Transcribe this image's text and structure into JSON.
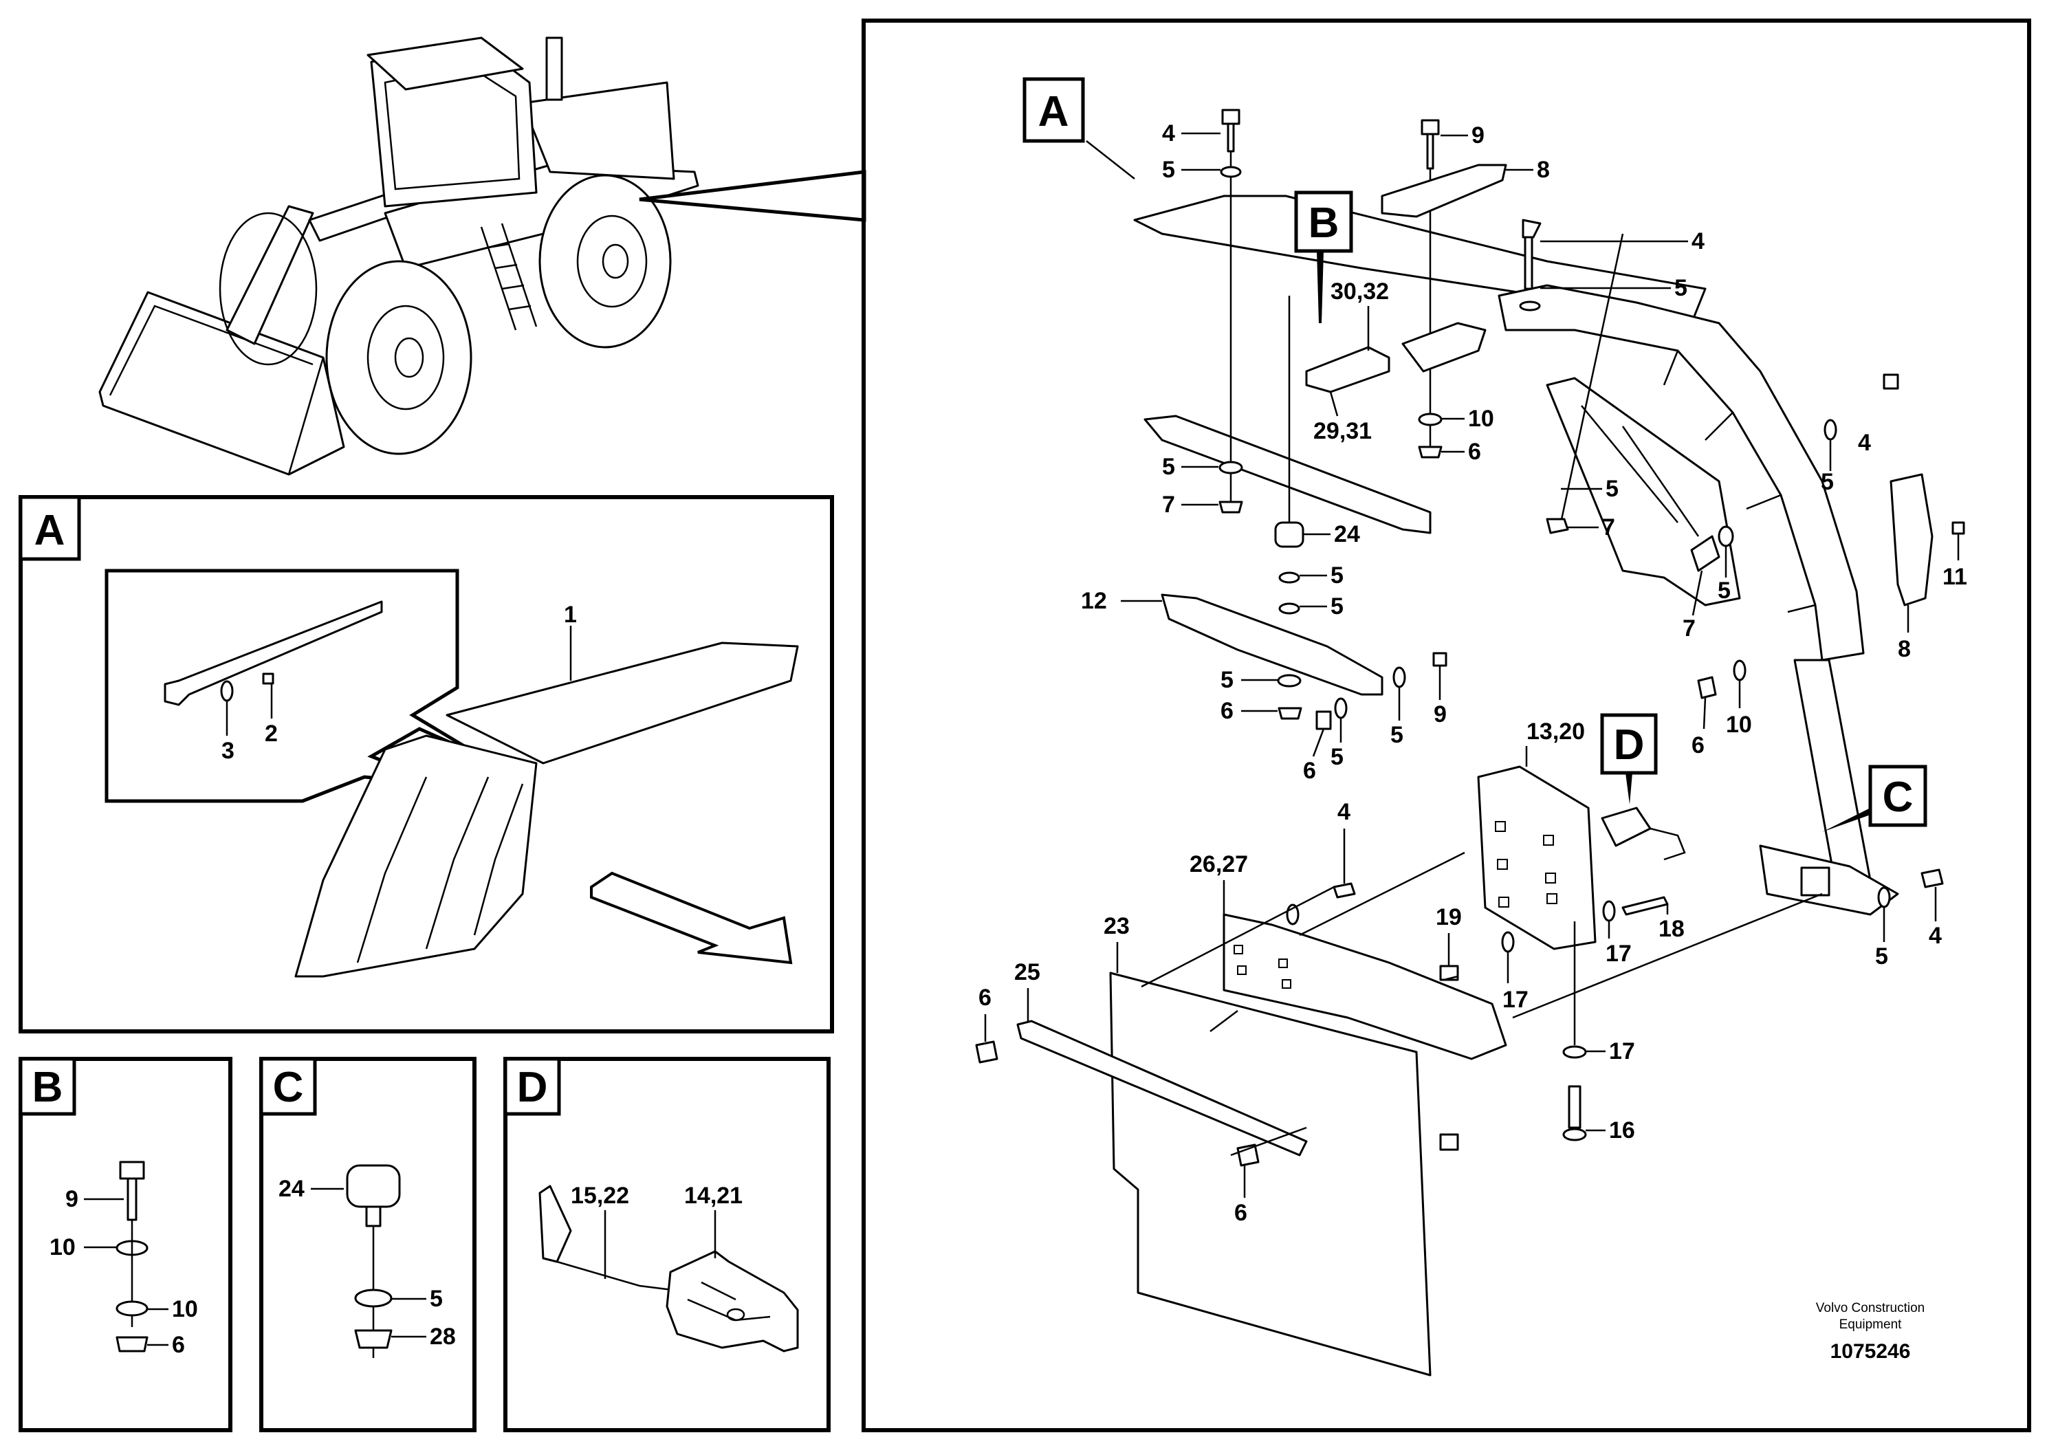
{
  "sections": {
    "main": "A",
    "a": "A",
    "b": "B",
    "c": "C",
    "d": "D",
    "callout_b": "B",
    "callout_c": "C",
    "callout_d": "D"
  },
  "labels_main": {
    "l4a": "4",
    "l5a": "5",
    "l9a": "9",
    "l8a": "8",
    "l4b": "4",
    "l5b": "5",
    "l3032": "30,32",
    "l2931": "29,31",
    "l10a": "10",
    "l6a": "6",
    "l4c": "4",
    "l5c": "5",
    "l5d": "5",
    "l7a": "7",
    "l7b": "7",
    "l5e": "5",
    "l11": "11",
    "l8b": "8",
    "l6b": "6",
    "l10b": "10",
    "l5f": "5",
    "l7c": "7",
    "l24": "24",
    "l5g": "5",
    "l5h": "5",
    "l12": "12",
    "l5i": "5",
    "l6c": "6",
    "l6d": "6",
    "l5j": "5",
    "l5k": "5",
    "l9b": "9",
    "l1320": "13,20",
    "l4d": "4",
    "l2627": "26,27",
    "l23": "23",
    "l25": "25",
    "l6e": "6",
    "l19": "19",
    "l17a": "17",
    "l17b": "17",
    "l18": "18",
    "l17c": "17",
    "l16": "16",
    "l6f": "6",
    "l5l": "5",
    "l4e": "4"
  },
  "labels_a": {
    "l1": "1",
    "l2": "2",
    "l3": "3"
  },
  "labels_b": {
    "l9": "9",
    "l10a": "10",
    "l10b": "10",
    "l6": "6"
  },
  "labels_c": {
    "l24": "24",
    "l5": "5",
    "l28": "28"
  },
  "labels_d": {
    "l1522": "15,22",
    "l1421": "14,21"
  },
  "footer": {
    "brand_line1": "Volvo Construction",
    "brand_line2": "Equipment",
    "doc_number": "1075246"
  }
}
